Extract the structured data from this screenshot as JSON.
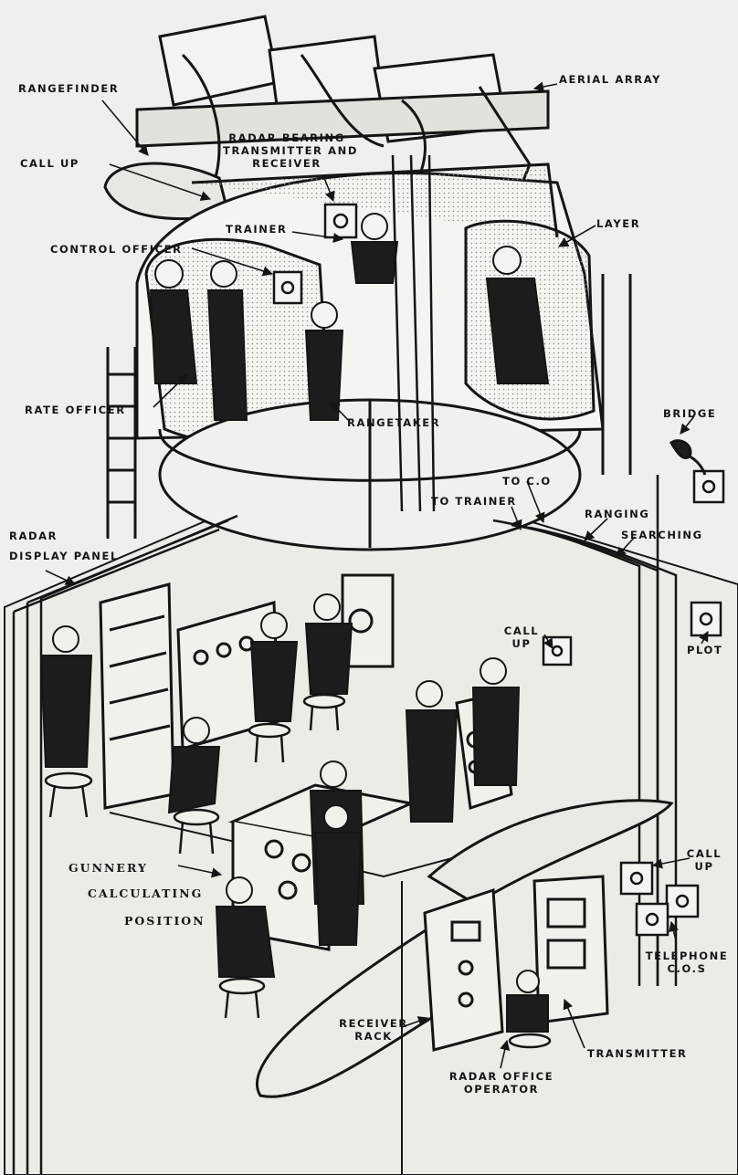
{
  "colors": {
    "paper": "#efefeb",
    "ink": "#151515",
    "fill": "#1c1c1c",
    "stipple": "#b9b9b3"
  },
  "labels": {
    "rangefinder": "RANGEFINDER",
    "aerial_array": "AERIAL ARRAY",
    "call_up_top": "CALL UP",
    "radar_bearing_1": "RADAR BEARING",
    "radar_bearing_2": "TRANSMITTER AND",
    "radar_bearing_3": "RECEIVER",
    "trainer": "TRAINER",
    "layer": "LAYER",
    "control_officer": "CONTROL OFFICER",
    "rate_officer": "RATE OFFICER",
    "rangetaker": "RANGETAKER",
    "bridge": "BRIDGE",
    "to_co": "TO C.O",
    "to_trainer": "TO TRAINER",
    "ranging": "RANGING",
    "searching": "SEARCHING",
    "radar_display_1": "RADAR",
    "radar_display_2": "DISPLAY PANEL",
    "call_up_mid_1": "CALL",
    "call_up_mid_2": "UP",
    "plot": "PLOT",
    "gunnery_1": "GUNNERY",
    "gunnery_2": "CALCULATING",
    "gunnery_3": "POSITION",
    "call_up_right_1": "CALL",
    "call_up_right_2": "UP",
    "telephone_1": "TELEPHONE",
    "telephone_2": "C.O.S",
    "receiver_1": "RECEIVER",
    "receiver_2": "RACK",
    "transmitter": "TRANSMITTER",
    "radar_office_1": "RADAR OFFICE",
    "radar_office_2": "OPERATOR"
  }
}
